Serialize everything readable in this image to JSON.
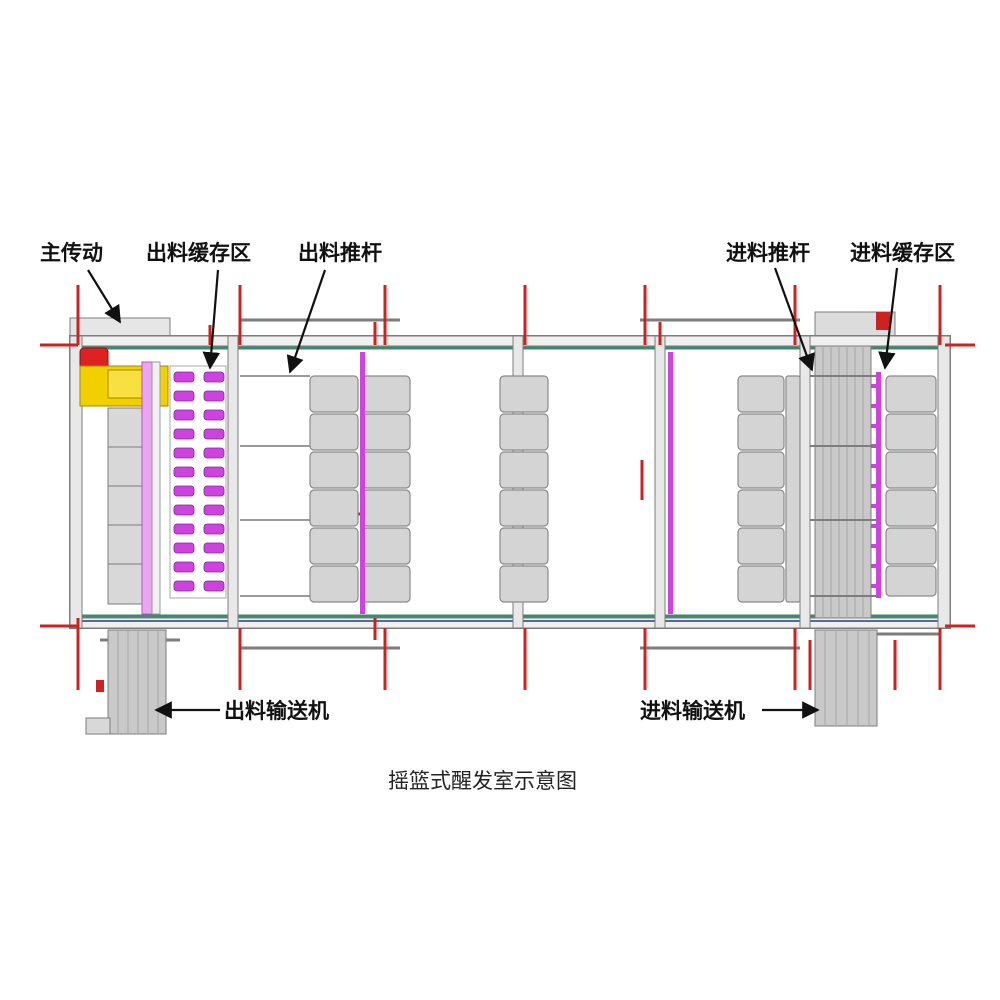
{
  "labels": {
    "main_drive": "主传动",
    "outfeed_buffer": "出料缓存区",
    "outfeed_pusher": "出料推杆",
    "infeed_pusher": "进料推杆",
    "infeed_buffer": "进料缓存区",
    "outfeed_conveyor": "出料输送机",
    "infeed_conveyor": "进料输送机"
  },
  "caption": "摇篮式醒发室示意图",
  "colors": {
    "frame": "#7d7d7d",
    "rail": "#3d8a6a",
    "rail_blue": "#5566aa",
    "red": "#cc2222",
    "purple": "#cc44dd",
    "yellow": "#f2d000",
    "tray": "#d4d4d4",
    "conveyor": "#c9c9c9"
  }
}
